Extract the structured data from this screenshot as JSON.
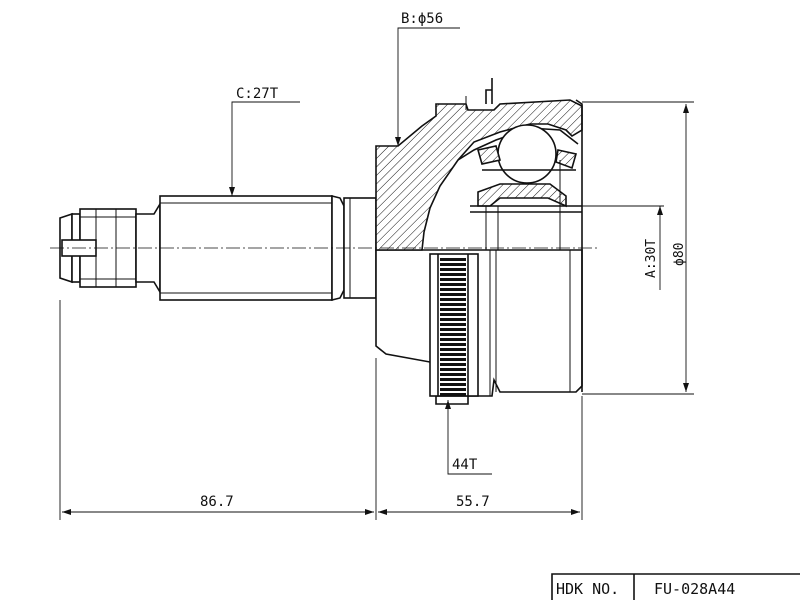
{
  "labels": {
    "c_teeth": "C:27T",
    "b_dia": "B:ϕ56",
    "a_teeth": "A:30T",
    "outer_dia": "ϕ80",
    "abs_teeth": "44T",
    "dim_left": "86.7",
    "dim_right": "55.7"
  },
  "title_block": {
    "label": "HDK NO.",
    "part_number": "FU-028A44"
  }
}
